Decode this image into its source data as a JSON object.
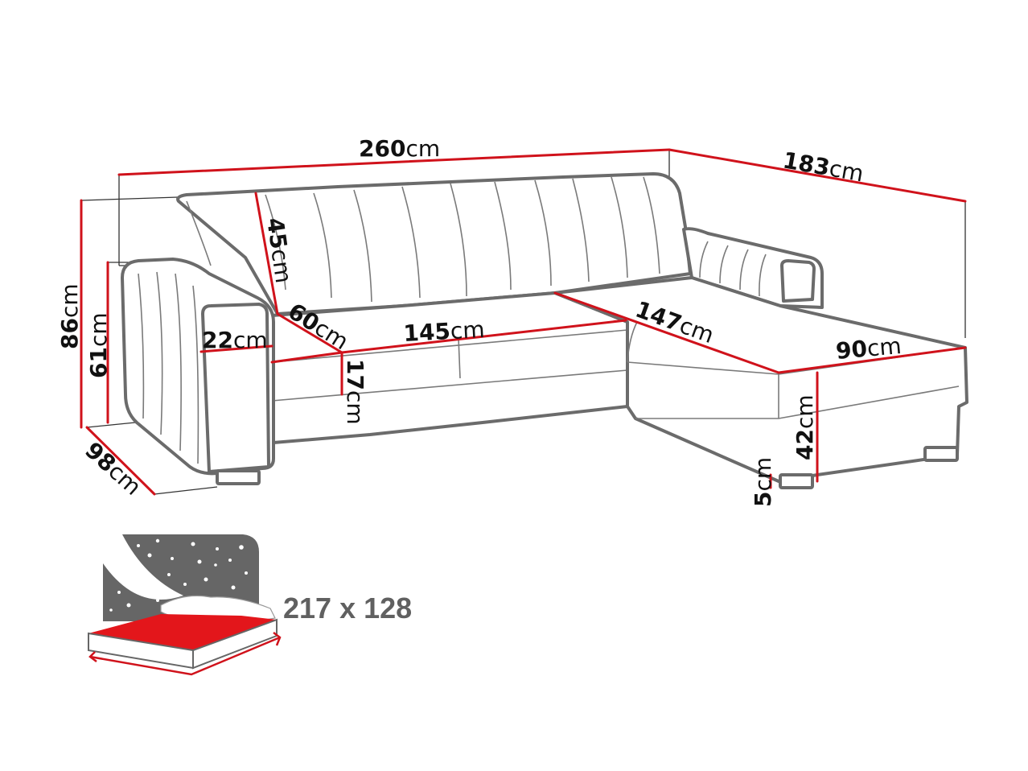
{
  "diagram": {
    "subject": "Corner sofa bed dimension drawing",
    "colors": {
      "dimension_line": "#d0121b",
      "outline": "#6b6b6b",
      "text": "#111111",
      "bed_icon_gray": "#666666",
      "bed_icon_red": "#e3161b"
    },
    "dimensions": {
      "total_width": {
        "value": "260",
        "unit": "cm"
      },
      "chaise_length": {
        "value": "183",
        "unit": "cm"
      },
      "total_height": {
        "value": "86",
        "unit": "cm"
      },
      "armrest_height": {
        "value": "61",
        "unit": "cm"
      },
      "depth": {
        "value": "98",
        "unit": "cm"
      },
      "backrest_height": {
        "value": "45",
        "unit": "cm"
      },
      "seat_depth": {
        "value": "60",
        "unit": "cm"
      },
      "armrest_width": {
        "value": "22",
        "unit": "cm"
      },
      "seat_width": {
        "value": "145",
        "unit": "cm"
      },
      "seat_height_cushion": {
        "value": "17",
        "unit": "cm"
      },
      "chaise_seat_length": {
        "value": "147",
        "unit": "cm"
      },
      "chaise_width": {
        "value": "90",
        "unit": "cm"
      },
      "seat_height": {
        "value": "42",
        "unit": "cm"
      },
      "leg_height": {
        "value": "5",
        "unit": "cm"
      }
    },
    "sleeping_area": {
      "label": "217 x 128",
      "icon": "bed-icon"
    }
  }
}
